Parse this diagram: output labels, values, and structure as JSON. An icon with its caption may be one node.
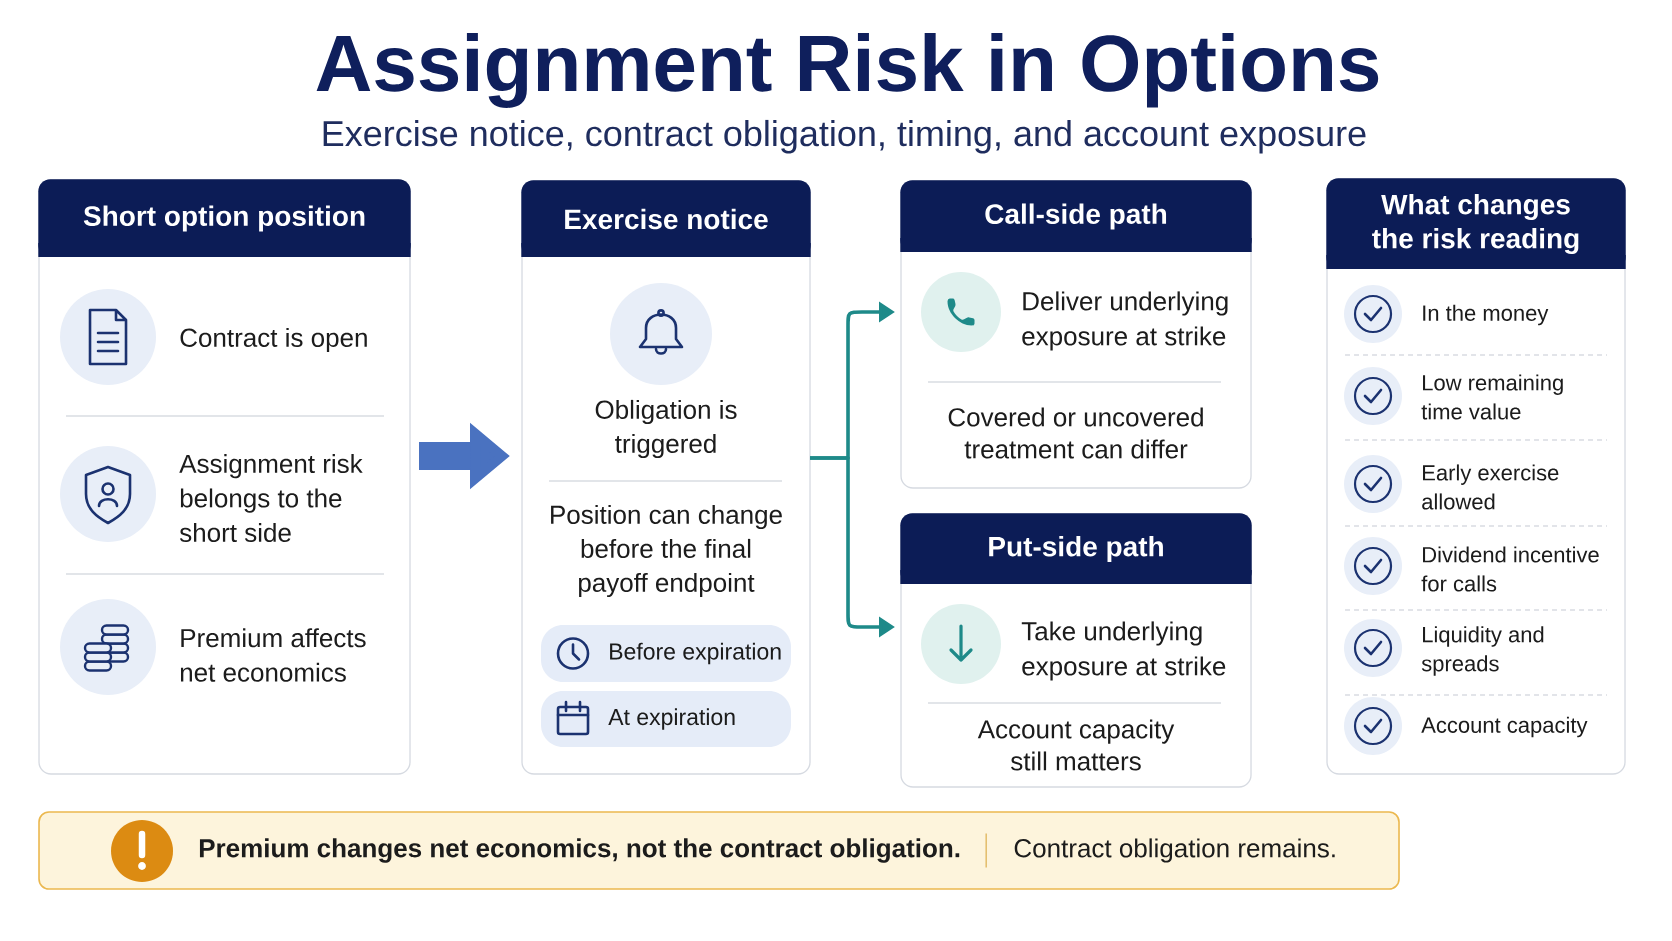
{
  "diagram": {
    "title": "Assignment Risk in Options",
    "nodes": [
      {
        "text": [
          "Short option position",
          "Contract is open",
          "Assignment risk belongs to the short side",
          "Premium affects net economics"
        ]
      },
      {
        "text": [
          "Exercise notice",
          "Obligation is triggered",
          "Position can change before the final payoff endpoint"
        ]
      },
      {
        "text": [
          "Before expiration"
        ],
        "in": 1
      },
      {
        "text": [
          "At expiration"
        ],
        "in": 1
      },
      {
        "text": [
          "Call-side path",
          "Deliver underlying exposure at strike",
          "Covered or uncovered treatment can differ"
        ]
      },
      {
        "text": [
          "Put-side path",
          "Take underlying exposure at strike",
          "Account capacity still matters"
        ]
      },
      {
        "text": [
          "What changes the risk reading",
          "In the money",
          "Low remaining time value",
          "Early exercise allowed",
          "Dividend incentive for calls",
          "Liquidity and spreads",
          "Account capacity"
        ]
      },
      {
        "text": [
          "Premium changes net economics, not the contract obligation.",
          "Contract obligation remains."
        ]
      }
    ],
    "edges": [
      {
        "from": 0,
        "to": 1,
        "arrow": "to",
        "style": "thick",
        "color": "#4a72c0"
      },
      {
        "from": 1,
        "to": 4,
        "arrow": "to"
      },
      {
        "from": 1,
        "to": 5,
        "arrow": "to"
      }
    ],
    "labels": [
      "Exercise notice, contract obligation, timing, and account exposure"
    ]
  }
}
